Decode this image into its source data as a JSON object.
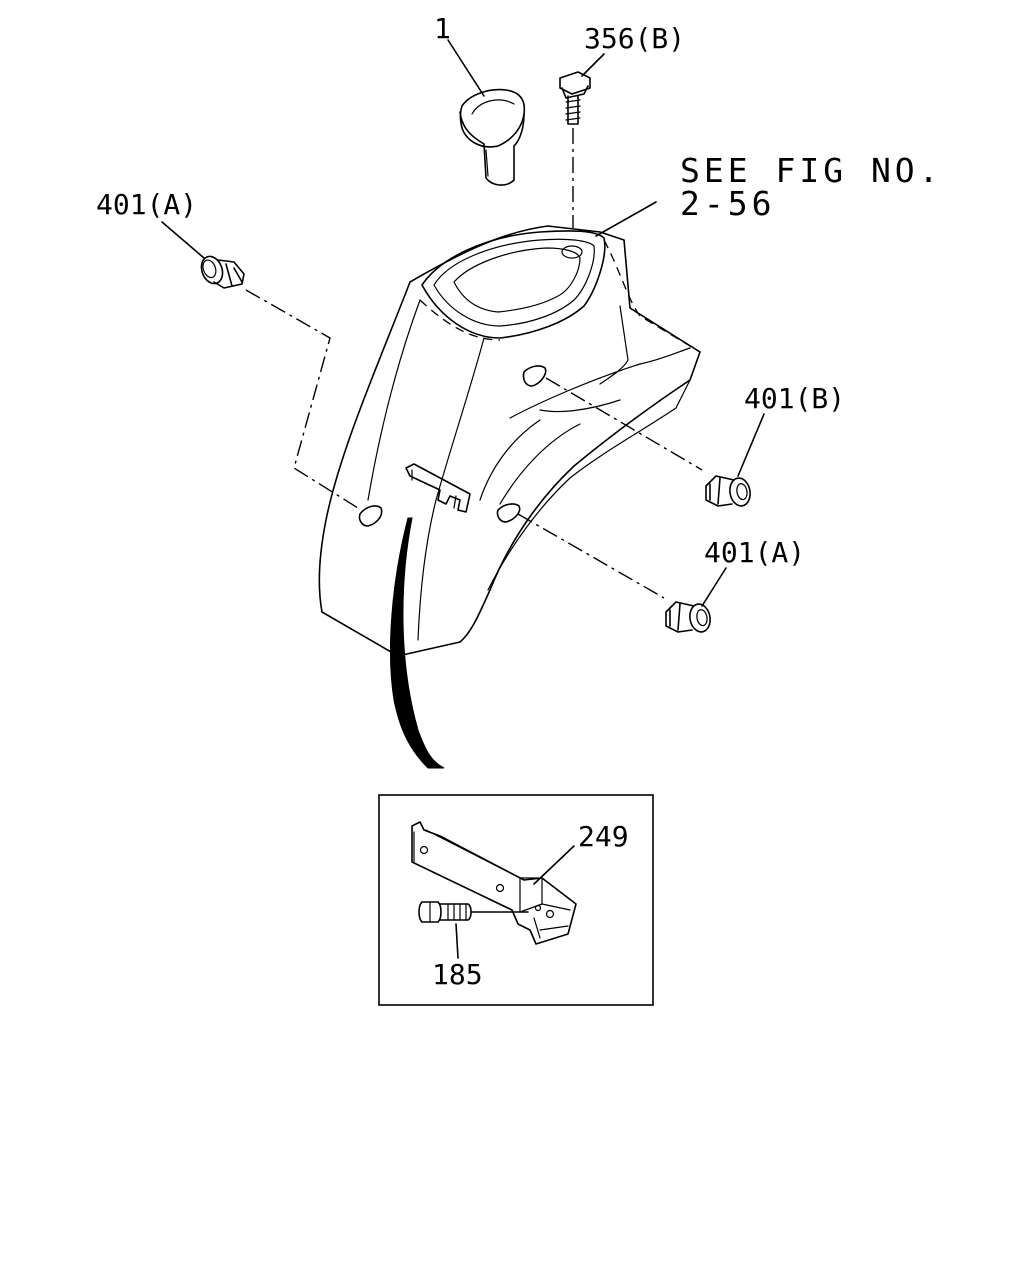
{
  "callouts": {
    "part_1": "1",
    "part_356b": "356(B)",
    "see_fig_line1": "SEE FIG NO.",
    "see_fig_line2": "2-56",
    "part_401a_left": "401(A)",
    "part_401b": "401(B)",
    "part_401a_right": "401(A)",
    "part_249": "249",
    "part_185": "185"
  },
  "icons": {
    "knob": "shift-knob-icon",
    "bolt": "bolt-icon",
    "clip": "push-clip-icon",
    "bracket": "bracket-icon"
  },
  "colors": {
    "ink": "#000000",
    "paper": "#ffffff"
  }
}
